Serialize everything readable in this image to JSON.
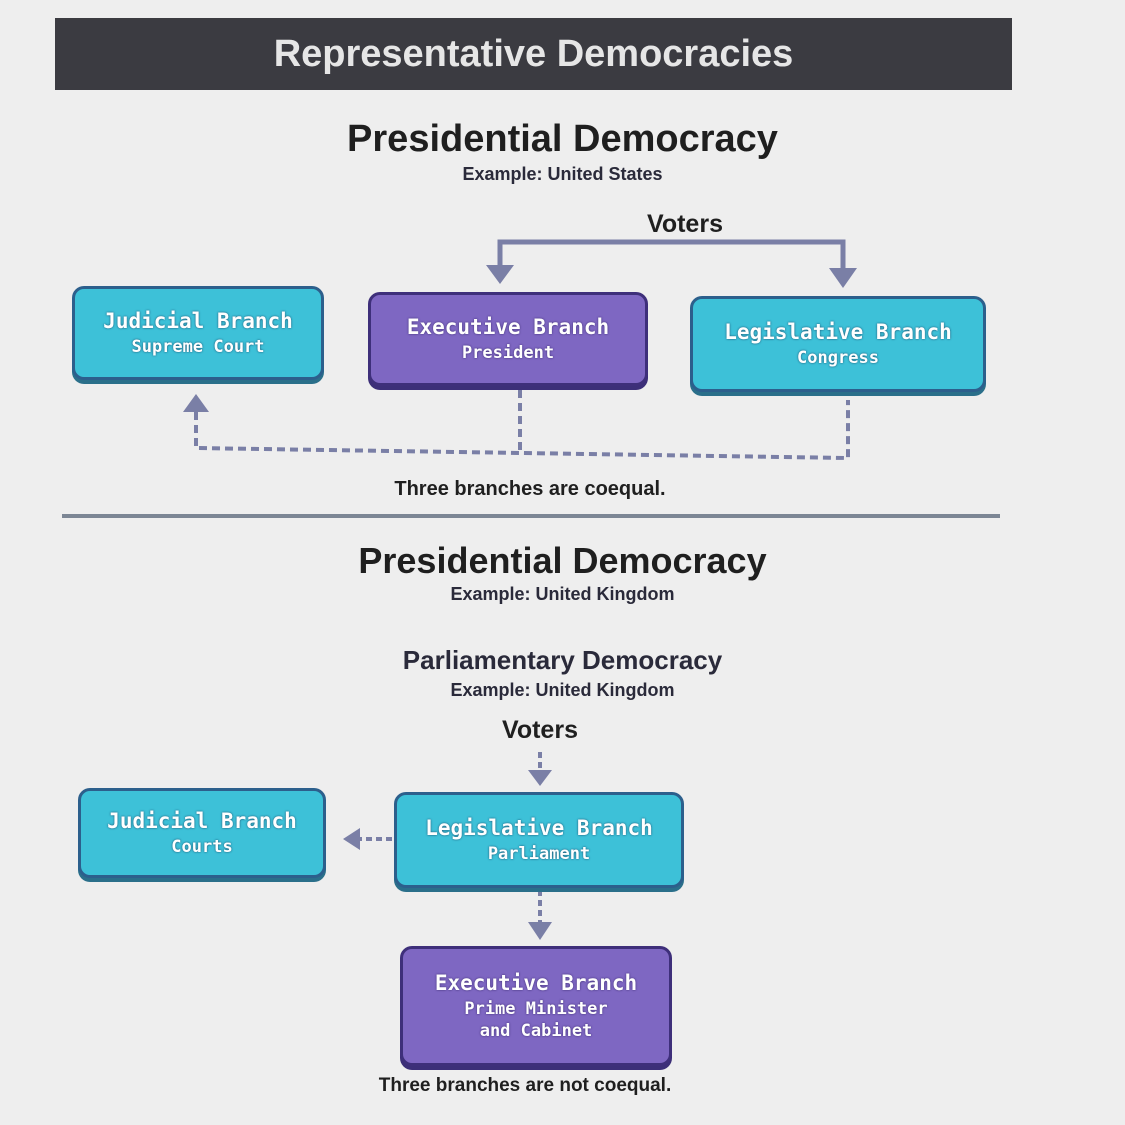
{
  "header": {
    "title": "Representative Democracies"
  },
  "presidential": {
    "title": "Presidential Democracy",
    "example": "Example: United States",
    "voters": "Voters",
    "judicial": {
      "name": "Judicial Branch",
      "role": "Supreme Court"
    },
    "executive": {
      "name": "Executive Branch",
      "role": "President"
    },
    "legislative": {
      "name": "Legislative Branch",
      "role": "Congress"
    },
    "caption": "Three branches are coequal."
  },
  "parliamentary": {
    "heading": "Presidential Democracy",
    "heading_example": "Example: United Kingdom",
    "title": "Parliamentary Democracy",
    "example": "Example: United Kingdom",
    "voters": "Voters",
    "judicial": {
      "name": "Judicial Branch",
      "role": "Courts"
    },
    "legislative": {
      "name": "Legislative Branch",
      "role": "Parliament"
    },
    "executive": {
      "name": "Executive Branch",
      "role_line1": "Prime Minister",
      "role_line2": "and Cabinet"
    },
    "caption": "Three branches are not coequal."
  },
  "colors": {
    "teal": "#3dc1d8",
    "purple": "#7e67c2",
    "header": "#3b3b41",
    "connector": "#7a7fa6"
  }
}
